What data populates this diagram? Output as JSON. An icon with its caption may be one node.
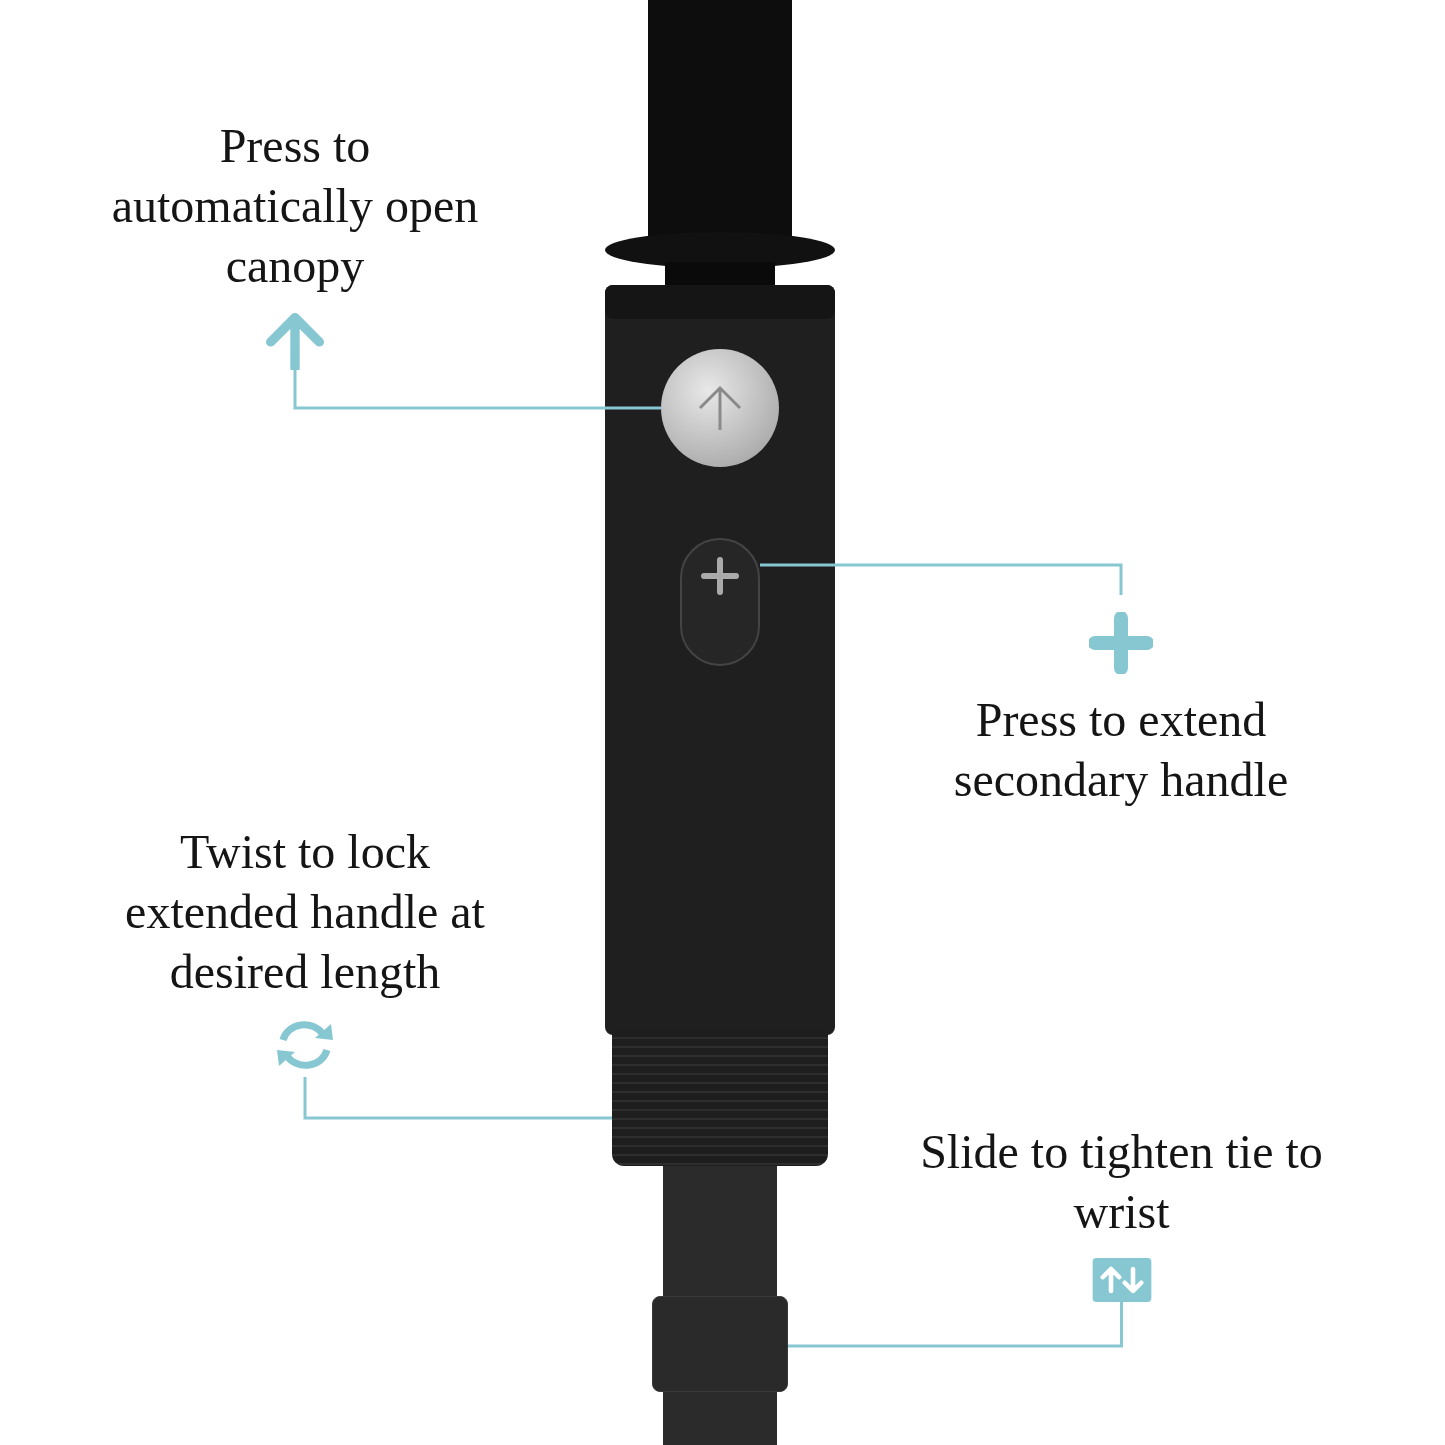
{
  "diagram": {
    "nodes": [
      {
        "text": [
          "Press to automatically open canopy"
        ]
      },
      {
        "text": [],
        "shape": "circle"
      },
      {
        "text": [],
        "shape": "box"
      },
      {
        "text": [
          "Press to extend secondary handle"
        ]
      },
      {
        "text": [
          "Twist to lock extended handle at desired length"
        ]
      },
      {
        "text": [],
        "shape": "cylinder"
      },
      {
        "text": [
          "Slide to tighten tie to wrist"
        ]
      },
      {
        "text": [],
        "shape": "box"
      }
    ],
    "edges": [
      {
        "from": 0,
        "to": 1,
        "arrow": "none"
      },
      {
        "from": 3,
        "to": 2,
        "arrow": "none"
      },
      {
        "from": 4,
        "to": 5,
        "arrow": "none"
      },
      {
        "from": 6,
        "to": 7,
        "arrow": "none"
      }
    ]
  }
}
